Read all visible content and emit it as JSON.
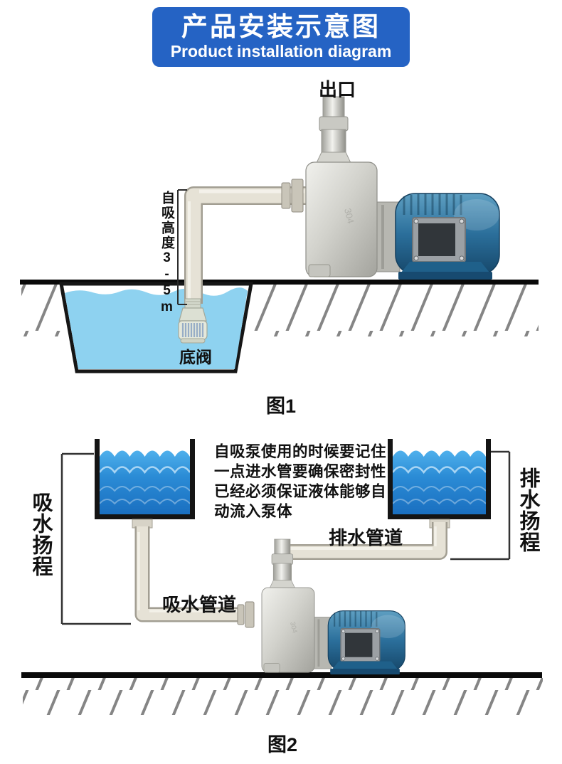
{
  "header": {
    "title_zh": "产品安装示意图",
    "title_en": "Product installation diagram"
  },
  "figure1": {
    "outlet_label": "出口",
    "suction_height_label": "自吸高度3-5m",
    "foot_valve_label": "底阀",
    "caption": "图1"
  },
  "figure2": {
    "note_text": "自吸泵使用的时候要记住\n一点进水管要确保密封性\n已经必须保证液体能够自\n动流入泵体",
    "suction_lift_label": "吸水扬程",
    "discharge_lift_label": "排水扬程",
    "suction_pipe_label": "吸水管道",
    "discharge_pipe_label": "排水管道",
    "caption": "图2"
  },
  "pump": {
    "marking": "304"
  },
  "colors": {
    "header_bg": "#2563c4",
    "water_fig1": "#8ed2f0",
    "water_fig2_top": "#4fb0ec",
    "water_fig2_mid": "#2b8cd6",
    "water_fig2_bottom": "#1a6fc0",
    "motor_blue": "#2b6f9b",
    "pipe_beige": "#e6e2d6",
    "hatch_gray": "#858585",
    "ground_black": "#0a0a0a"
  }
}
